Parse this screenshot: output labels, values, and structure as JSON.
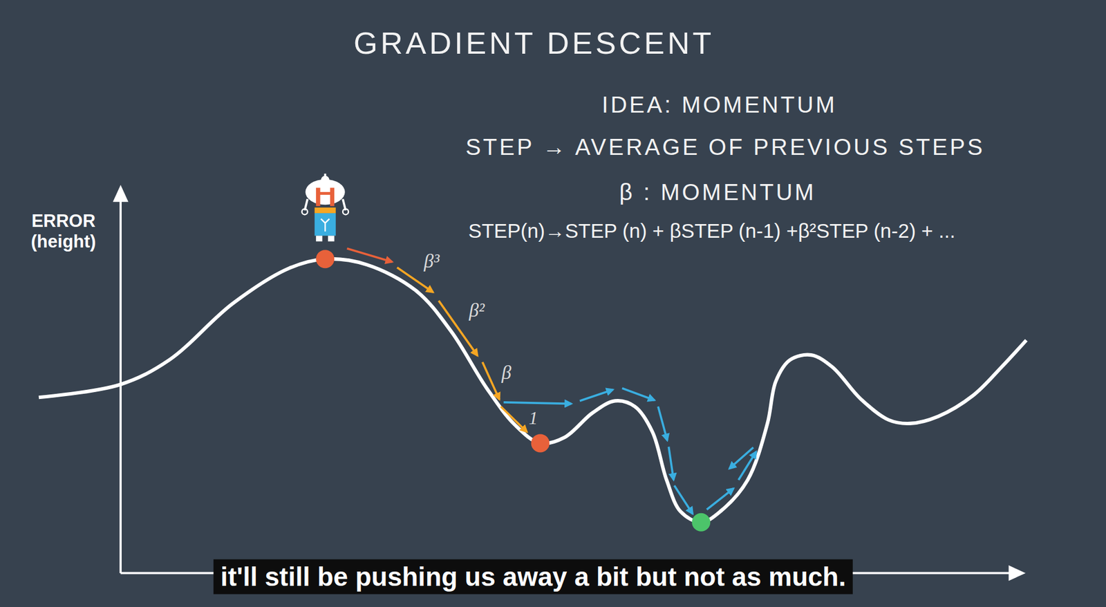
{
  "diagram": {
    "title": "GRADIENT DESCENT",
    "caption": "it'll still be pushing us away a bit but not as much.",
    "labels": [
      "IDEA: MOMENTUM",
      "STEP → AVERAGE OF PREVIOUS STEPS",
      "β : MOMENTUM",
      "STEP(n)→STEP (n) + βSTEP (n-1) +β²STEP (n-2) + ...",
      "ERROR (height)",
      "β³",
      "β²",
      "β",
      "1"
    ]
  }
}
